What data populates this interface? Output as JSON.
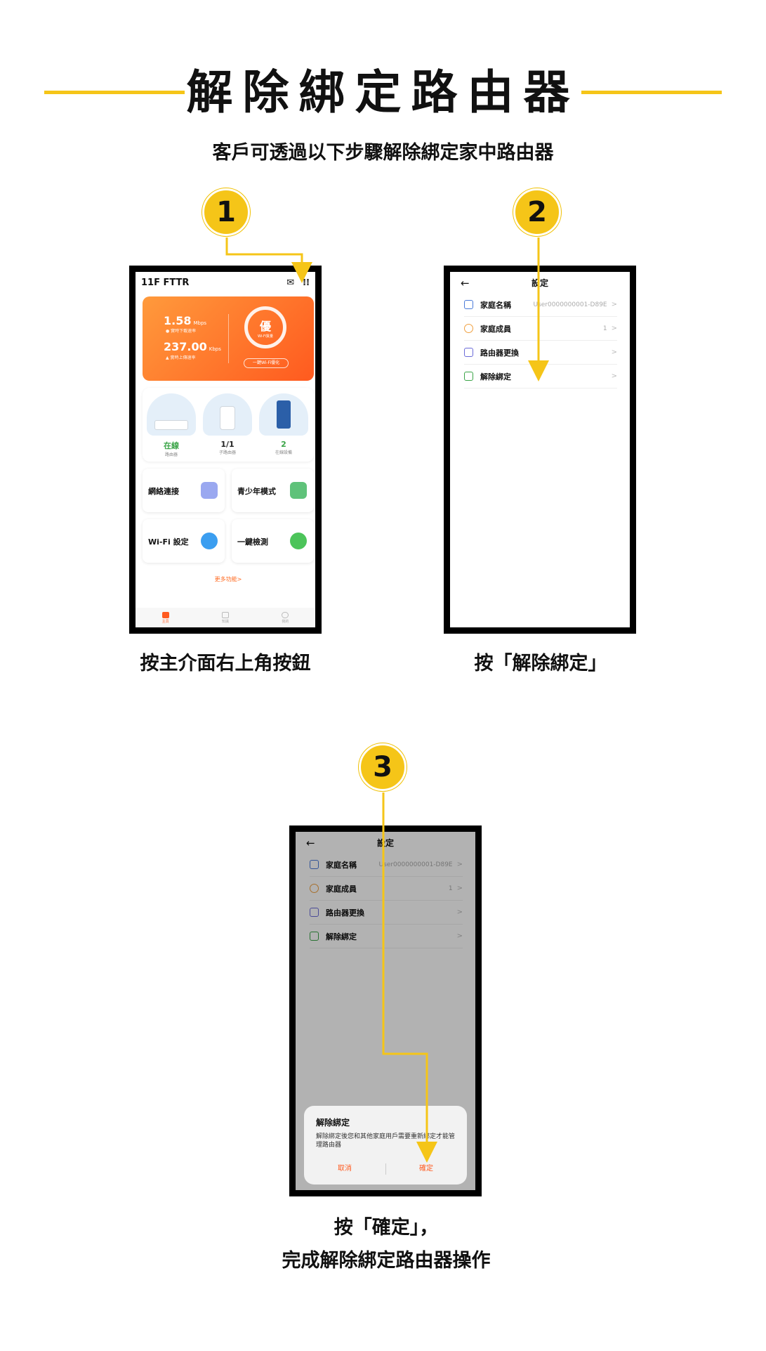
{
  "header": {
    "title": "解除綁定路由器",
    "subtitle": "客戶可透過以下步驟解除綁定家中路由器"
  },
  "colors": {
    "accent": "#f5c518",
    "brand": "#ff5a1f",
    "frame": "#000000"
  },
  "steps": [
    {
      "number": "1",
      "caption": "按主介面右上角按鈕"
    },
    {
      "number": "2",
      "caption": "按「解除綁定」"
    },
    {
      "number": "3",
      "caption_line1": "按「確定」，",
      "caption_line2": "完成解除綁定路由器操作"
    }
  ],
  "home": {
    "network_name": "11F FTTR",
    "icons": [
      "mail-icon",
      "grid-dots-icon"
    ],
    "download_speed": "1.58",
    "download_unit": "Mbps",
    "download_label": "● 實時下載速率",
    "upload_speed": "237.00",
    "upload_unit": "Kbps",
    "upload_label": "▲ 實時上傳速率",
    "wifi_grade": "優",
    "wifi_grade_label": "Wi-Fi質量",
    "optimize_button": "一鍵Wi-Fi優化",
    "devices": [
      {
        "value": "在線",
        "label": "路由器"
      },
      {
        "value": "1/1",
        "label": "子路由器"
      },
      {
        "value": "2",
        "label": "在線設備"
      }
    ],
    "tiles": [
      {
        "label": "網絡連接"
      },
      {
        "label": "青少年模式"
      },
      {
        "label": "Wi-Fi 設定"
      },
      {
        "label": "一鍵檢測"
      }
    ],
    "more": "更多功能>",
    "tabs": [
      "主頁",
      "知識",
      "我的"
    ]
  },
  "settings": {
    "back_icon": "←",
    "title": "設定",
    "rows": [
      {
        "label": "家庭名稱",
        "value": "User0000000001-D89E",
        "icon": "home-icon"
      },
      {
        "label": "家庭成員",
        "value": "1",
        "icon": "person-icon"
      },
      {
        "label": "路由器更換",
        "value": "",
        "icon": "router-swap-icon"
      },
      {
        "label": "解除綁定",
        "value": "",
        "icon": "unbind-icon"
      }
    ],
    "chevron": ">"
  },
  "dialog": {
    "title": "解除綁定",
    "message": "解除綁定後您和其他家庭用戶需要重新綁定才能管理路由器",
    "cancel": "取消",
    "confirm": "確定"
  }
}
